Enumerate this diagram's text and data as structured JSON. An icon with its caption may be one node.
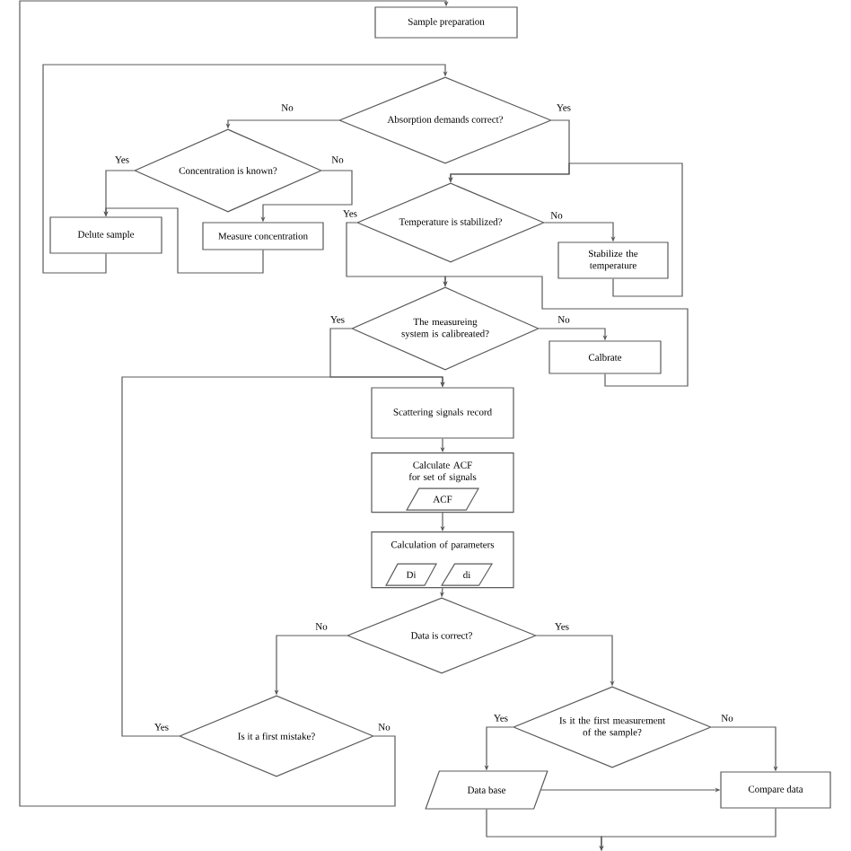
{
  "diagram": {
    "nodes": [
      {
        "text": [
          "Sample preparation"
        ]
      },
      {
        "text": [
          "Absorption demands correct?"
        ]
      },
      {
        "text": [
          "Concentration is known?"
        ]
      },
      {
        "text": [
          "Delute sample"
        ]
      },
      {
        "text": [
          "Measure concentration"
        ]
      },
      {
        "text": [
          "Temperature is stabilized?"
        ]
      },
      {
        "text": [
          "Stabilize the temperature"
        ]
      },
      {
        "text": [
          "The measureing system is calibreated?"
        ]
      },
      {
        "text": [
          "Calbrate"
        ]
      },
      {
        "text": [
          "Scattering signals record"
        ]
      },
      {
        "text": [
          "Calculate ACF for set of signals"
        ]
      },
      {
        "text": [
          "ACF"
        ],
        "in": 10
      },
      {
        "text": [
          "Calculation of parameters"
        ]
      },
      {
        "text": [
          "Di"
        ],
        "in": 12
      },
      {
        "text": [
          "di"
        ],
        "in": 12
      },
      {
        "text": [
          "Data is correct?"
        ]
      },
      {
        "text": [
          "Is it a first mistake?"
        ]
      },
      {
        "text": [
          "Is it the first measurement of the sample?"
        ]
      },
      {
        "text": [
          "Data base"
        ]
      },
      {
        "text": [
          "Compare data"
        ]
      }
    ],
    "edges": [
      {
        "from": 1,
        "to": 2,
        "arrow": "to",
        "label": "No"
      },
      {
        "from": 1,
        "to": 5,
        "arrow": "to",
        "label": "Yes"
      },
      {
        "from": 2,
        "to": 3,
        "arrow": "to",
        "label": "Yes"
      },
      {
        "from": 2,
        "to": 4,
        "arrow": "to",
        "label": "No"
      },
      {
        "from": 3,
        "to": 1,
        "arrow": "to"
      },
      {
        "from": 4,
        "to": 3,
        "arrow": "to"
      },
      {
        "from": 5,
        "to": 7,
        "arrow": "to",
        "label": "Yes"
      },
      {
        "from": 5,
        "to": 6,
        "arrow": "to",
        "label": "No"
      },
      {
        "from": 6,
        "to": 5,
        "arrow": "to"
      },
      {
        "from": 7,
        "to": 9,
        "arrow": "to",
        "label": "Yes"
      },
      {
        "from": 7,
        "to": 8,
        "arrow": "to",
        "label": "No"
      },
      {
        "from": 8,
        "to": 7,
        "arrow": "to"
      },
      {
        "from": 9,
        "to": 10,
        "arrow": "to"
      },
      {
        "from": 10,
        "to": 12,
        "arrow": "to"
      },
      {
        "from": 12,
        "to": 15,
        "arrow": "to"
      },
      {
        "from": 15,
        "to": 16,
        "arrow": "to",
        "label": "No"
      },
      {
        "from": 15,
        "to": 17,
        "arrow": "to",
        "label": "Yes"
      },
      {
        "from": 16,
        "to": 9,
        "arrow": "to",
        "label": "Yes"
      },
      {
        "from": 16,
        "to": 0,
        "arrow": "to",
        "label": "No"
      },
      {
        "from": 17,
        "to": 18,
        "arrow": "to",
        "label": "Yes"
      },
      {
        "from": 17,
        "to": 19,
        "arrow": "to",
        "label": "No"
      },
      {
        "from": 18,
        "to": 19,
        "arrow": "to"
      },
      {
        "from": 18,
        "to": null,
        "arrow": "to"
      },
      {
        "from": 19,
        "to": null,
        "arrow": "to"
      }
    ]
  }
}
